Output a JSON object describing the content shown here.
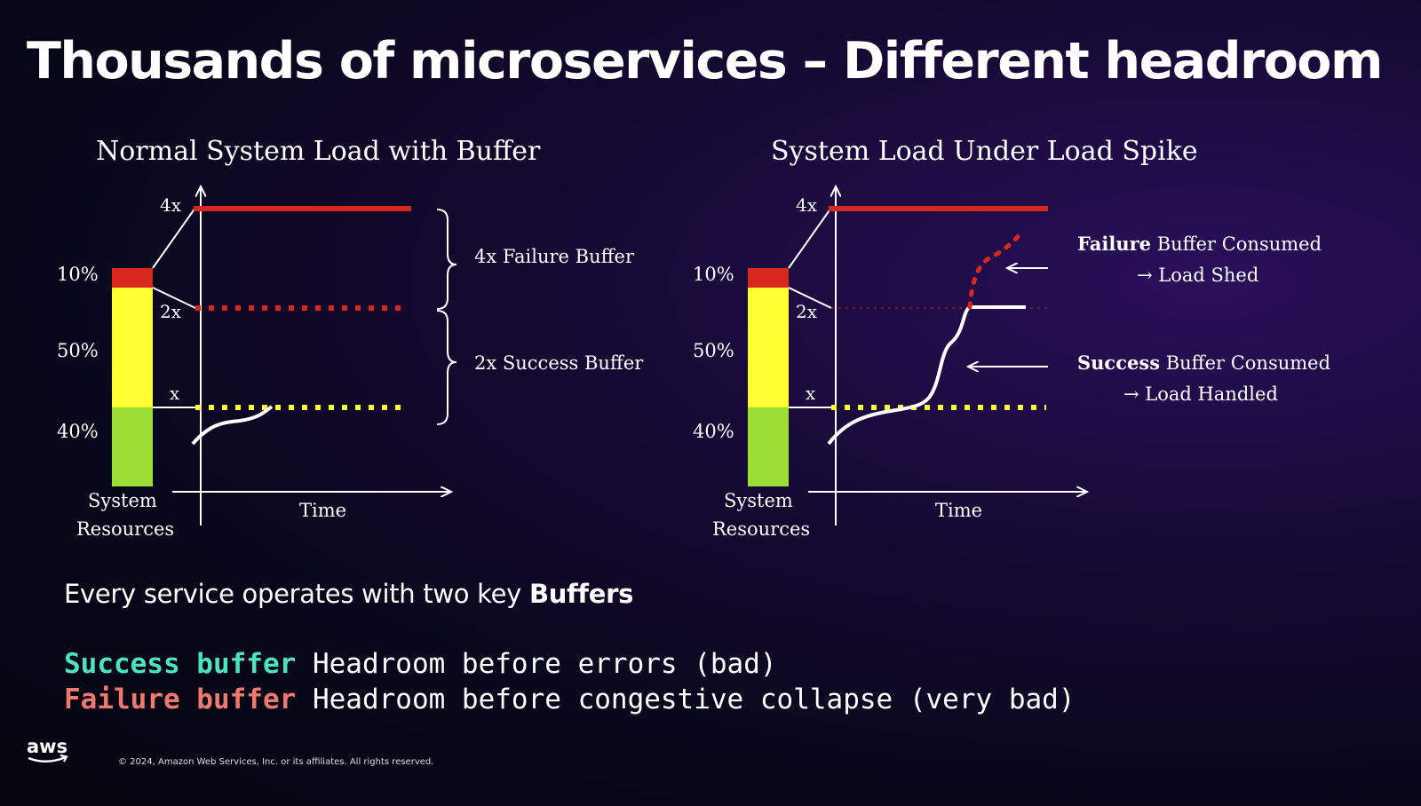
{
  "slide": {
    "title": "Thousands of microservices – Different headroom",
    "copyright": "© 2024, Amazon Web Services, Inc. or its affiliates. All rights reserved.",
    "logo_text": "aws"
  },
  "left_diagram": {
    "title": "Normal System Load with Buffer",
    "bar_labels": [
      "10%",
      "50%",
      "40%"
    ],
    "level_labels": [
      "4x",
      "2x",
      "x"
    ],
    "x_axis_label": "Time",
    "resource_label_line1": "System",
    "resource_label_line2": "Resources",
    "failure_buffer_label": "4x Failure Buffer",
    "success_buffer_label": "2x Success Buffer"
  },
  "right_diagram": {
    "title": "System Load Under Load Spike",
    "bar_labels": [
      "10%",
      "50%",
      "40%"
    ],
    "level_labels": [
      "4x",
      "2x",
      "x"
    ],
    "x_axis_label": "Time",
    "resource_label_line1": "System",
    "resource_label_line2": "Resources",
    "failure_consumed_bold": "Failure",
    "failure_consumed_rest": " Buffer Consumed",
    "failure_consumed_result": "→ Load Shed",
    "success_consumed_bold": "Success",
    "success_consumed_rest": " Buffer Consumed",
    "success_consumed_result": "→ Load Handled"
  },
  "body": {
    "intro_prefix": "Every service operates with two key ",
    "intro_bold": "Buffers",
    "success_term": "Success buffer",
    "success_desc": " Headroom before errors (bad)",
    "failure_term": "Failure buffer",
    "failure_desc": " Headroom before congestive collapse (very bad)"
  },
  "colors": {
    "failure_red": "#d8281e",
    "success_yellow": "#ffff33",
    "green": "#9bde36",
    "success_term": "#4de3c1",
    "failure_term": "#f07a72"
  }
}
